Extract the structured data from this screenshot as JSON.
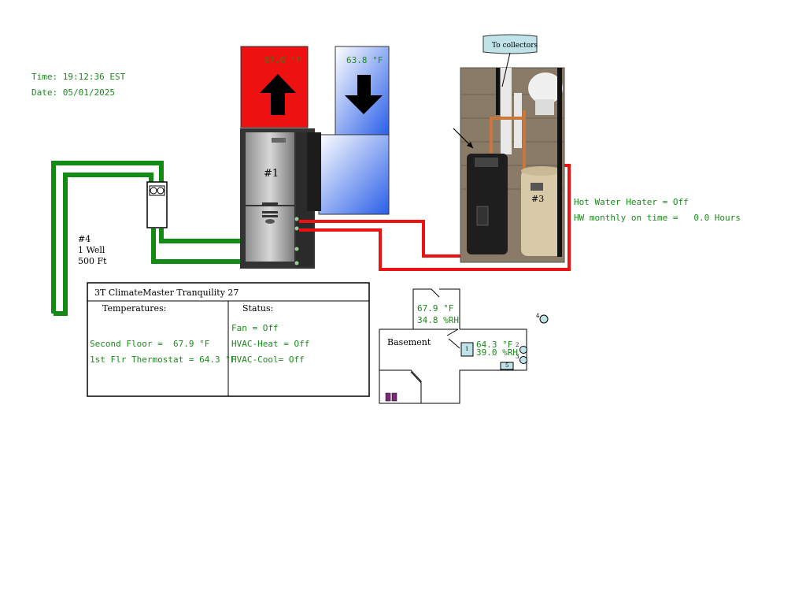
{
  "header": {
    "time_label": "Time: 19:12:36 EST",
    "date_label": "Date: 05/01/2025"
  },
  "heat_pump": {
    "unit_label": "#1",
    "supply_temp": "67.0 °F",
    "return_temp": "63.8 °F"
  },
  "well": {
    "id": "#4",
    "count": "1 Well",
    "depth": "500 Ft"
  },
  "water_heater": {
    "unit_label": "#3",
    "collectors_label": "To collectors",
    "status": "Hot Water Heater = Off",
    "monthly": "HW monthly on time =   0.0 Hours"
  },
  "info_panel": {
    "title": "3T ClimateMaster Tranquility 27",
    "temps_heading": "Temperatures:",
    "status_heading": "Status:",
    "second_floor": "Second Floor =  67.9 °F",
    "first_floor": "1st Flr Thermostat = 64.3 °F",
    "fan": "Fan = Off",
    "hvac_heat": "HVAC-Heat = Off",
    "hvac_cool": "HVAC-Cool= Off"
  },
  "floorplan": {
    "upper_temp": "67.9 °F",
    "upper_rh": "34.8 %RH",
    "basement_label": "Basement",
    "basement_temp": "64.3 °F",
    "basement_rh": "39.0 %RH",
    "marker_1": "1",
    "marker_2": "2",
    "marker_3": "3",
    "marker_4": "4",
    "marker_5": "5"
  },
  "colors": {
    "pipe_green": "#138a13",
    "pipe_red": "#ee1111",
    "supply_red": "#ee1111",
    "return_blue": "#3366ee",
    "text_green": "#1a8a1a"
  }
}
